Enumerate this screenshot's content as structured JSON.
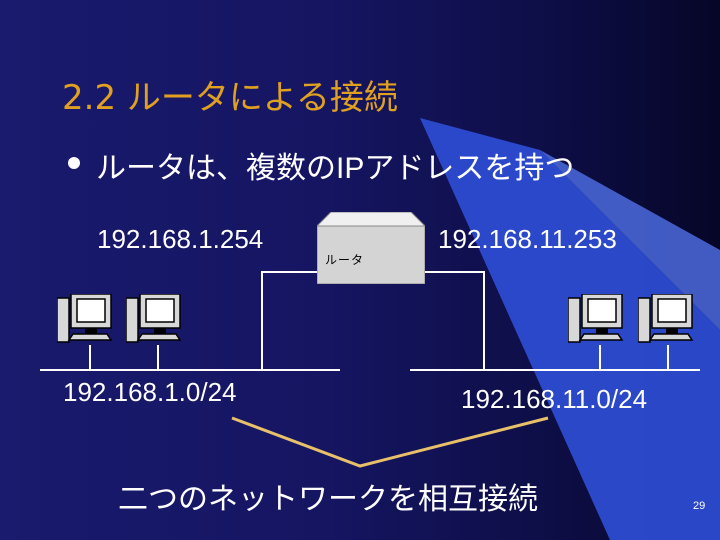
{
  "slide": {
    "title": "2.2 ルータによる接続",
    "bullet": "ルータは、複数のIPアドレスを持つ",
    "router_label": "ルータ",
    "router_ip_left": "192.168.1.254",
    "router_ip_right": "192.168.11.253",
    "network_left": "192.168.1.0/24",
    "network_right": "192.168.11.0/24",
    "caption": "二つのネットワークを相互接続",
    "page_number": "29"
  },
  "colors": {
    "title": "#e0a020",
    "text": "#ffffff",
    "background": "#1a1a6e",
    "accent_blue": "#3355dd",
    "brace": "#e8c06a",
    "router_gray": "#d4d4d4"
  },
  "icons": [
    "bullet-dot-icon",
    "router-icon",
    "computer-icon"
  ]
}
